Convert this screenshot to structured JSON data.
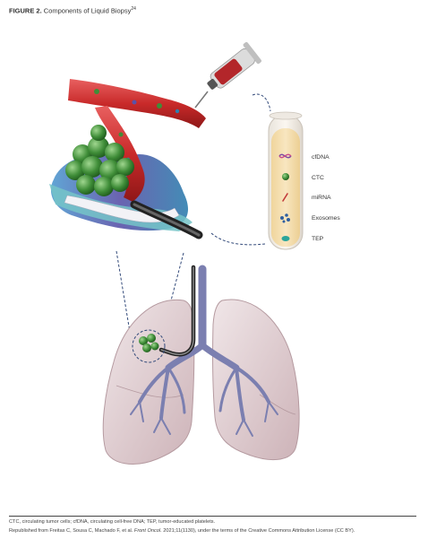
{
  "figure": {
    "label": "FIGURE 2.",
    "title": "Components of Liquid Biopsy",
    "ref": "24"
  },
  "legend": [
    {
      "name": "cfDNA",
      "icon": "dna-icon"
    },
    {
      "name": "CTC",
      "icon": "ctc-cell-icon"
    },
    {
      "name": "miRNA",
      "icon": "mirna-icon"
    },
    {
      "name": "Exosomes",
      "icon": "exosomes-icon"
    },
    {
      "name": "TEP",
      "icon": "platelet-icon"
    }
  ],
  "footnote": {
    "abbreviations": "CTC, circulating tumor cells; cfDNA, circulating cell-free DNA; TEP, tumor-educated platelets.",
    "source_prefix": "Republished from Freitas C, Sousa C, Machado F, et al. ",
    "source_journal": "Front Oncol",
    "source_suffix": ". 2021;11(1130), under the terms of the Creative Commons Attribution License (CC BY)."
  },
  "colors": {
    "vessel": "#c92a2a",
    "tumor": "#3e8b3a",
    "tube_fluid": "#f3deb0",
    "lung": "#e7d6d9",
    "bronchi": "#7b7fb0"
  }
}
